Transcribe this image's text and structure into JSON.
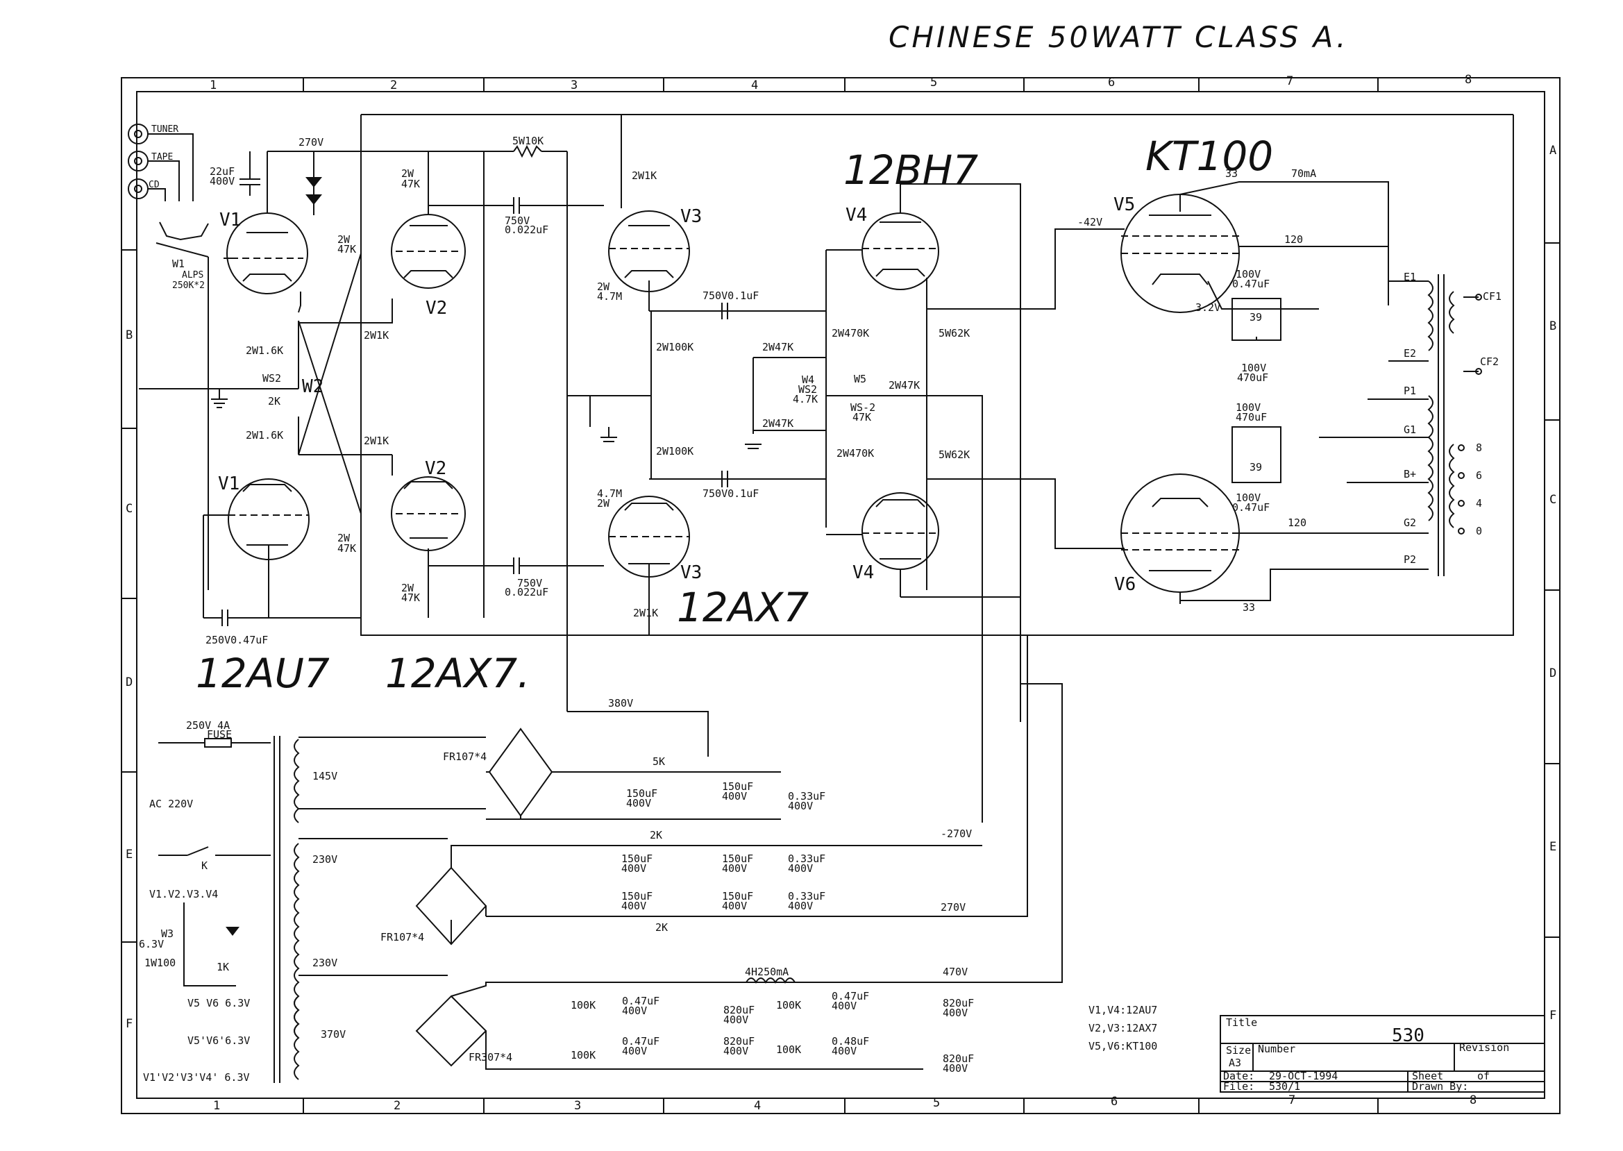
{
  "header_note": "CHINESE 50WATT CLASS A.",
  "zones": {
    "columns": [
      "1",
      "2",
      "3",
      "4",
      "5",
      "6",
      "7",
      "8"
    ],
    "rows": [
      "A",
      "B",
      "C",
      "D",
      "E",
      "F"
    ]
  },
  "inputs": [
    "TUNER",
    "TAPE",
    "CD"
  ],
  "tubes": {
    "v1a": "V1",
    "v1b": "V1",
    "v2a": "V2",
    "v2b": "V2",
    "v3a": "V3",
    "v3b": "V3",
    "v4a": "V4",
    "v4b": "V4",
    "v5": "V5",
    "v6": "V6"
  },
  "handwritten": {
    "t12au7": "12AU7",
    "t12ax7": "12AX7.",
    "t12ax7b": "12AX7",
    "t12bh7": "12BH7",
    "kt100": "KT100"
  },
  "controls": {
    "w1": "W1",
    "w1_sub1": "ALPS",
    "w1_sub2": "250K*2",
    "w2": "W2",
    "w2_sub": "WS2",
    "w3": "W3",
    "w4": "W4",
    "w4_sub1": "WS2",
    "w4_sub2": "4.7K",
    "w5": "W5",
    "w5_sub1": "WS-2",
    "w5_sub2": "47K",
    "k": "K"
  },
  "labels": {
    "v270": "270V",
    "c22u": "22uF",
    "c22u_v": "400V",
    "r2w47k_a": "2W",
    "r2w47k_a2": "47K",
    "r2w47k_b": "2W",
    "r2w47k_b2": "47K",
    "r5w10k": "5W10K",
    "c750_a": "750V",
    "c750_a2": "0.022uF",
    "r2w1k_a": "2W1K",
    "r2w47m_a": "2W",
    "r2w47m_a2": "4.7M",
    "c750v01_a": "750V0.1uF",
    "r2w470k_a": "2W470K",
    "r5w62k_a": "5W62K",
    "r2w100k_a": "2W100K",
    "r2w100k_b": "2W100K",
    "r2w47k_w4a": "2W47K",
    "r2w47k_w4b": "2W47K",
    "r2w47k_w5": "2W47K",
    "r2w470k_b": "2W470K",
    "r5w62k_b": "5W62K",
    "c750v01_b": "750V0.1uF",
    "r47m_b": "4.7M",
    "r47m_b2": "2W",
    "r2w1k_b": "2W1K",
    "r2w16k_a": "2W1.6K",
    "r2k": "2K",
    "r2w16k_b": "2W1.6K",
    "r2w1k_c": "2W1K",
    "r2w1k_d": "2W1K",
    "r2w47k_c": "2W",
    "r2w47k_c2": "47K",
    "r2w47k_d": "2W",
    "r2w47k_d2": "47K",
    "c750_b": "750V",
    "c750_b2": "0.022uF",
    "c250v": "250V0.47uF",
    "v_neg42": "-42V",
    "r33_a": "33",
    "i70ma": "70mA",
    "r120_a": "120",
    "c100v_a": "100V",
    "c100v_a2": "0.47uF",
    "v32": "3.2V",
    "r39_a": "39",
    "c100v_b": "100V",
    "c100v_b2": "470uF",
    "c100v_c": "100V",
    "c100v_c2": "470uF",
    "r39_b": "39",
    "c100v_d": "100V",
    "c100v_d2": "0.47uF",
    "r120_b": "120",
    "r33_b": "33",
    "t_e1": "E1",
    "t_e2": "E2",
    "t_p1": "P1",
    "t_g1": "G1",
    "t_bp": "B+",
    "t_g2": "G2",
    "t_p2": "P2",
    "t_cf1": "CF1",
    "t_cf2": "CF2",
    "t_8": "8",
    "t_6": "6",
    "t_4": "4",
    "t_0": "0",
    "fuse": "250V 4A",
    "fuse2": "FUSE",
    "ac": "AC 220V",
    "v145": "145V",
    "fr107a": "FR107*4",
    "r5k": "5K",
    "c150a": "150uF",
    "c150a2": "400V",
    "c150b": "150uF",
    "c150b2": "400V",
    "c033a": "0.33uF",
    "c033a2": "400V",
    "v380": "380V",
    "v230a": "230V",
    "v230b": "230V",
    "r2k_a": "2K",
    "r2k_b": "2K",
    "v_neg270": "-270V",
    "v270b": "270V",
    "c150c": "150uF",
    "c150c2": "400V",
    "c150d": "150uF",
    "c150d2": "400V",
    "c033b": "0.33uF",
    "c033b2": "400V",
    "c150e": "150uF",
    "c150e2": "400V",
    "c150f": "150uF",
    "c150f2": "400V",
    "c033c": "0.33uF",
    "c033c2": "400V",
    "fr107b": "FR107*4",
    "heat": "V1.V2.V3.V4",
    "v63": "6.3V",
    "r1w100": "1W100",
    "r1k": "1K",
    "h_v5v6": "V5 V6 6.3V",
    "h_v5v6b": "V5'V6'6.3V",
    "h_v1v4": "V1'V2'V3'V4' 6.3V",
    "v370": "370V",
    "fr307": "FR307*4",
    "v470": "470V",
    "choke": "4H250mA",
    "r100k_a": "100K",
    "r100k_b": "100K",
    "r100k_c": "100K",
    "r100k_d": "100K",
    "c047a": "0.47uF",
    "c047a2": "400V",
    "c047b": "0.47uF",
    "c047b2": "400V",
    "c820a": "820uF",
    "c820a2": "400V",
    "c820b": "820uF",
    "c820b2": "400V",
    "c047c": "0.47uF",
    "c047c2": "400V",
    "c048": "0.48uF",
    "c048_2": "400V",
    "c820c": "820uF",
    "c820c2": "400V",
    "c820d": "820uF",
    "c820d2": "400V"
  },
  "tube_types": [
    "V1,V4:12AU7",
    "V2,V3:12AX7",
    "V5,V6:KT100"
  ],
  "title_block": {
    "title_label": "Title",
    "title": "530",
    "size_label": "Size",
    "size": "A3",
    "number_label": "Number",
    "revision_label": "Revision",
    "date_label": "Date:",
    "date": "29-OCT-1994",
    "file_label": "File:",
    "file": "530/1",
    "sheet_label": "Sheet",
    "of_label": "of",
    "drawn_label": "Drawn By:"
  }
}
